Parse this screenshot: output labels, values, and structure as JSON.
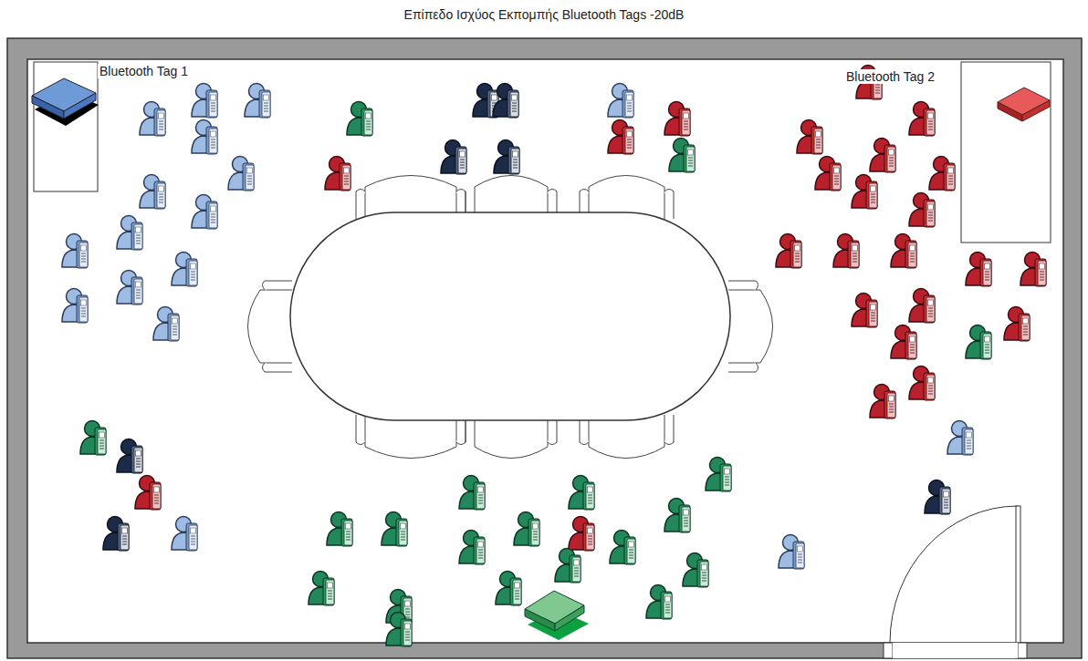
{
  "diagram": {
    "title": "Επίπεδο Ισχύος Εκπομπής Bluetooth Tags -20dB",
    "labels": [
      "Bluetooth Tag 1",
      "Bluetooth Tag 2"
    ]
  }
}
